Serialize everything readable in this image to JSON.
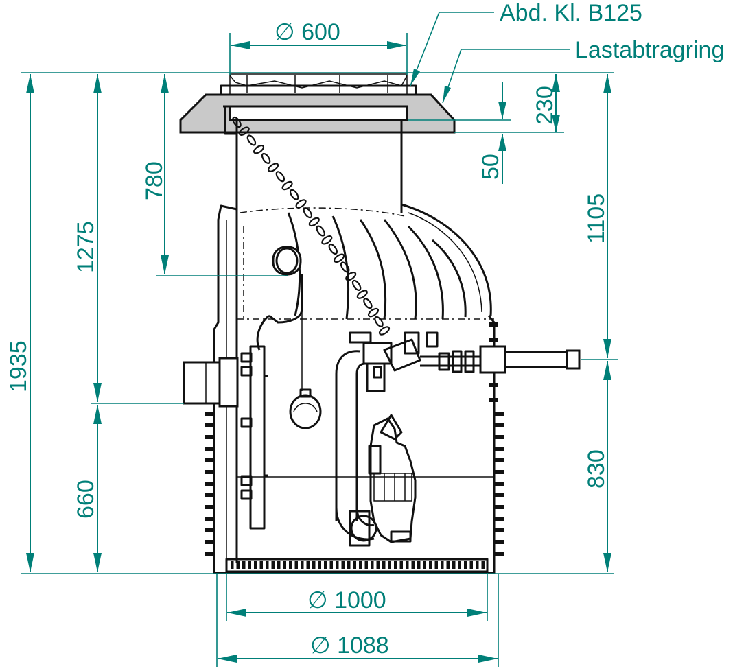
{
  "labels": {
    "cover_class": "Abd. Kl. B125",
    "load_ring": "Lastabtragring"
  },
  "dimensions": {
    "top_diameter": "600",
    "bottom_inner_diameter": "1000",
    "bottom_outer_diameter": "1088",
    "total_height": "1935",
    "inlet_height": "1275",
    "inlet_depth": "780",
    "outlet_depth": "1105",
    "outlet_height": "830",
    "inlet_floor_height": "660",
    "ring_height": "230",
    "ring_offset": "50"
  },
  "symbols": {
    "diameter": "∅"
  },
  "colors": {
    "dimension": "#007f78",
    "outline": "#111111",
    "ring_fill": "#c9c9c9"
  }
}
